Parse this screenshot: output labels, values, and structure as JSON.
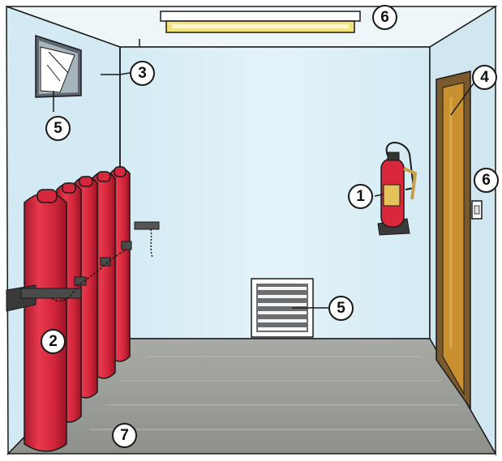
{
  "callouts": [
    {
      "id": "c1",
      "label": "1",
      "item": "fire-extinguisher"
    },
    {
      "id": "c2",
      "label": "2",
      "item": "gas-cylinders"
    },
    {
      "id": "c3",
      "label": "3",
      "item": "wall-pipe"
    },
    {
      "id": "c4",
      "label": "4",
      "item": "door"
    },
    {
      "id": "c5a",
      "label": "5",
      "item": "wall-vent-window"
    },
    {
      "id": "c5b",
      "label": "5",
      "item": "louvre-vent"
    },
    {
      "id": "c6a",
      "label": "6",
      "item": "ceiling-light"
    },
    {
      "id": "c6b",
      "label": "6",
      "item": "light-switch"
    },
    {
      "id": "c7",
      "label": "7",
      "item": "floor"
    }
  ],
  "colors": {
    "wall": "#dbeef6",
    "wall_shade": "#c9e2ee",
    "floor": "#9c9e9a",
    "cylinder": "#d5283d",
    "door_frame": "#7a5a2c",
    "door": "#c8902f",
    "outline": "#1a1a1a"
  }
}
